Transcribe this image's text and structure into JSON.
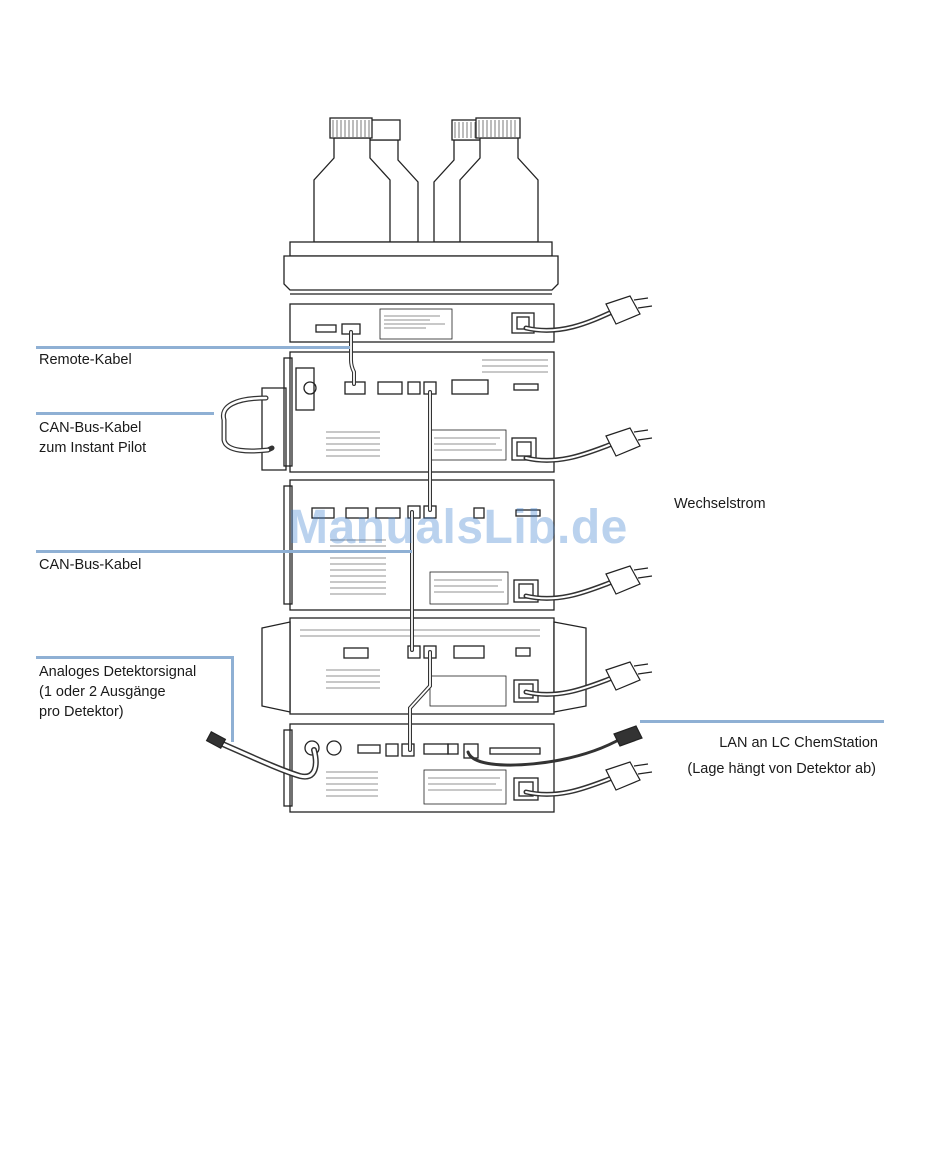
{
  "callouts": {
    "remote_cable": "Remote-Kabel",
    "can_bus_instant_pilot": [
      "CAN-Bus-Kabel",
      "zum Instant Pilot"
    ],
    "ac_power": "Wechselstrom",
    "can_bus_cable": "CAN-Bus-Kabel",
    "analog_detector_signal": [
      "Analoges Detektorsignal",
      "(1 oder 2 Ausgänge",
      "pro Detektor)"
    ],
    "lan_chemstation": "LAN an LC ChemStation",
    "lan_position_note": "(Lage hängt von Detektor ab)"
  },
  "watermark": "ManualsLib.de",
  "colors": {
    "leader_line": "#8fb0d4",
    "watermark": "#3b7fd0",
    "line_art": "#222222"
  }
}
